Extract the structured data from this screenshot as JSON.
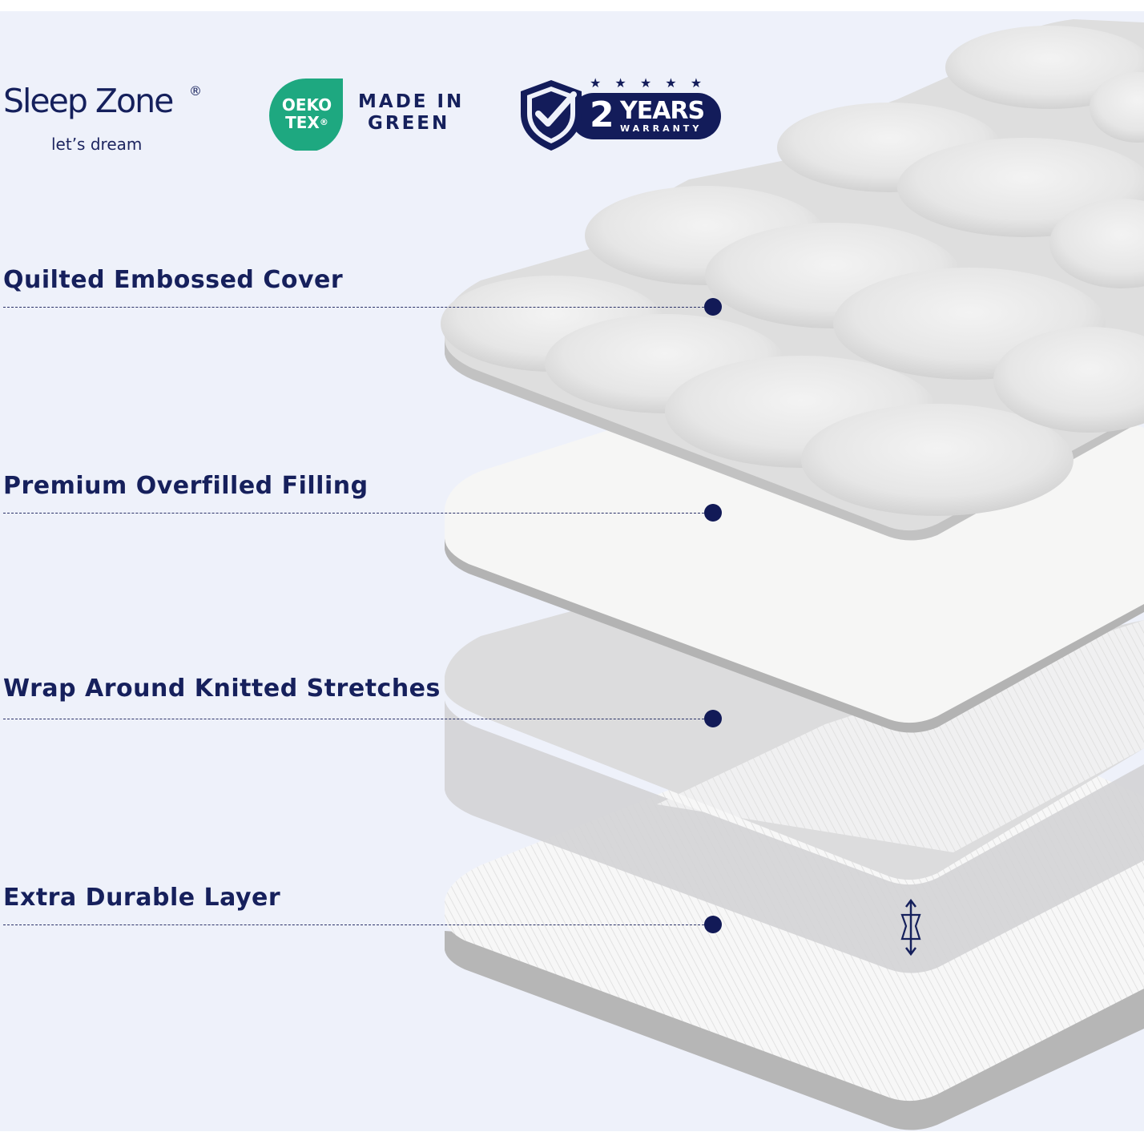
{
  "brand": {
    "name": "Sleep Zone",
    "registered": "®",
    "tagline": "let’s dream"
  },
  "badges": {
    "oeko_line1": "OEKO",
    "oeko_line2": "TEX",
    "oeko_reg": "®",
    "made_in_line1": "MADE IN",
    "made_in_line2": "GREEN",
    "warranty_number": "2",
    "warranty_word": "YEARS",
    "warranty_sub": "WARRANTY",
    "warranty_stars": "★ ★ ★ ★ ★"
  },
  "layers": [
    {
      "label": "Quilted Embossed Cover"
    },
    {
      "label": "Premium Overfilled Filling"
    },
    {
      "label": "Wrap Around Knitted Stretches"
    },
    {
      "label": "Extra Durable Layer"
    }
  ],
  "colors": {
    "background": "#eef1fa",
    "navy": "#15205c",
    "oeko_green": "#1ea880"
  },
  "icons": [
    "shield-check-icon",
    "height-stretch-icon"
  ]
}
